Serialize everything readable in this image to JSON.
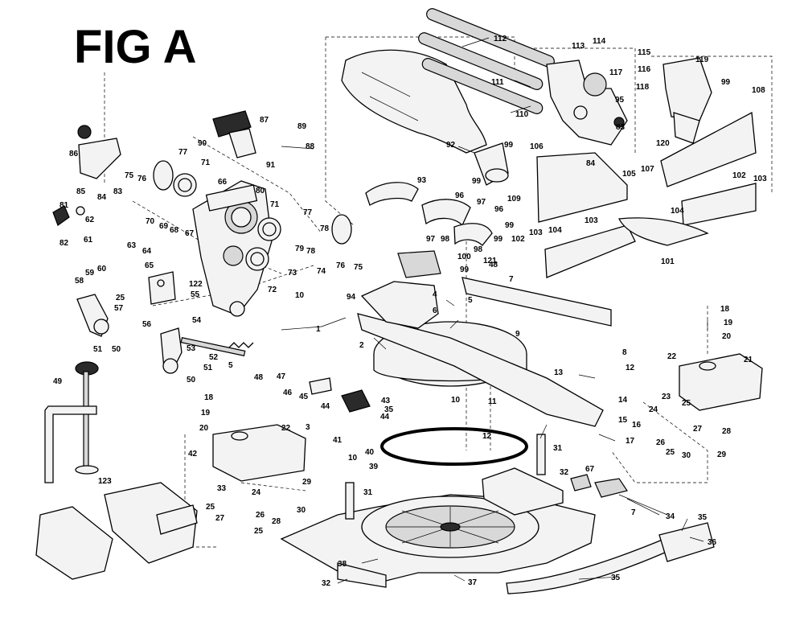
{
  "figure": {
    "title": "FIG A"
  },
  "callouts": [
    {
      "id": "c1",
      "text": "1"
    },
    {
      "id": "c2",
      "text": "2"
    },
    {
      "id": "c3",
      "text": "3"
    },
    {
      "id": "c4",
      "text": "4"
    },
    {
      "id": "c5a",
      "text": "5"
    },
    {
      "id": "c5b",
      "text": "5"
    },
    {
      "id": "c6",
      "text": "6"
    },
    {
      "id": "c7a",
      "text": "7"
    },
    {
      "id": "c7b",
      "text": "7"
    },
    {
      "id": "c8",
      "text": "8"
    },
    {
      "id": "c9",
      "text": "9"
    },
    {
      "id": "c10a",
      "text": "10"
    },
    {
      "id": "c10b",
      "text": "10"
    },
    {
      "id": "c10c",
      "text": "10"
    },
    {
      "id": "c11",
      "text": "11"
    },
    {
      "id": "c12a",
      "text": "12"
    },
    {
      "id": "c12b",
      "text": "12"
    },
    {
      "id": "c13",
      "text": "13"
    },
    {
      "id": "c14",
      "text": "14"
    },
    {
      "id": "c15",
      "text": "15"
    },
    {
      "id": "c16",
      "text": "16"
    },
    {
      "id": "c17",
      "text": "17"
    },
    {
      "id": "c18a",
      "text": "18"
    },
    {
      "id": "c18b",
      "text": "18"
    },
    {
      "id": "c19a",
      "text": "19"
    },
    {
      "id": "c19b",
      "text": "19"
    },
    {
      "id": "c20a",
      "text": "20"
    },
    {
      "id": "c20b",
      "text": "20"
    },
    {
      "id": "c21",
      "text": "21"
    },
    {
      "id": "c22a",
      "text": "22"
    },
    {
      "id": "c22b",
      "text": "22"
    },
    {
      "id": "c23",
      "text": "23"
    },
    {
      "id": "c24a",
      "text": "24"
    },
    {
      "id": "c24b",
      "text": "24"
    },
    {
      "id": "c25a",
      "text": "25"
    },
    {
      "id": "c25b",
      "text": "25"
    },
    {
      "id": "c25c",
      "text": "25"
    },
    {
      "id": "c25d",
      "text": "25"
    },
    {
      "id": "c25e",
      "text": "25"
    },
    {
      "id": "c26a",
      "text": "26"
    },
    {
      "id": "c26b",
      "text": "26"
    },
    {
      "id": "c27a",
      "text": "27"
    },
    {
      "id": "c27b",
      "text": "27"
    },
    {
      "id": "c28a",
      "text": "28"
    },
    {
      "id": "c28b",
      "text": "28"
    },
    {
      "id": "c29a",
      "text": "29"
    },
    {
      "id": "c29b",
      "text": "29"
    },
    {
      "id": "c30a",
      "text": "30"
    },
    {
      "id": "c30b",
      "text": "30"
    },
    {
      "id": "c31a",
      "text": "31"
    },
    {
      "id": "c31b",
      "text": "31"
    },
    {
      "id": "c32a",
      "text": "32"
    },
    {
      "id": "c32b",
      "text": "32"
    },
    {
      "id": "c33",
      "text": "33"
    },
    {
      "id": "c34",
      "text": "34"
    },
    {
      "id": "c35a",
      "text": "35"
    },
    {
      "id": "c35b",
      "text": "35"
    },
    {
      "id": "c35c",
      "text": "35"
    },
    {
      "id": "c36",
      "text": "36"
    },
    {
      "id": "c37",
      "text": "37"
    },
    {
      "id": "c38",
      "text": "38"
    },
    {
      "id": "c39",
      "text": "39"
    },
    {
      "id": "c40",
      "text": "40"
    },
    {
      "id": "c41",
      "text": "41"
    },
    {
      "id": "c42",
      "text": "42"
    },
    {
      "id": "c43",
      "text": "43"
    },
    {
      "id": "c44a",
      "text": "44"
    },
    {
      "id": "c44b",
      "text": "44"
    },
    {
      "id": "c45",
      "text": "45"
    },
    {
      "id": "c46",
      "text": "46"
    },
    {
      "id": "c47",
      "text": "47"
    },
    {
      "id": "c48a",
      "text": "48"
    },
    {
      "id": "c48b",
      "text": "48"
    },
    {
      "id": "c49",
      "text": "49"
    },
    {
      "id": "c50a",
      "text": "50"
    },
    {
      "id": "c50b",
      "text": "50"
    },
    {
      "id": "c51a",
      "text": "51"
    },
    {
      "id": "c51b",
      "text": "51"
    },
    {
      "id": "c52",
      "text": "52"
    },
    {
      "id": "c53",
      "text": "53"
    },
    {
      "id": "c54",
      "text": "54"
    },
    {
      "id": "c55",
      "text": "55"
    },
    {
      "id": "c56",
      "text": "56"
    },
    {
      "id": "c57",
      "text": "57"
    },
    {
      "id": "c58",
      "text": "58"
    },
    {
      "id": "c59",
      "text": "59"
    },
    {
      "id": "c60",
      "text": "60"
    },
    {
      "id": "c61",
      "text": "61"
    },
    {
      "id": "c62",
      "text": "62"
    },
    {
      "id": "c63",
      "text": "63"
    },
    {
      "id": "c64",
      "text": "64"
    },
    {
      "id": "c65",
      "text": "65"
    },
    {
      "id": "c66",
      "text": "66"
    },
    {
      "id": "c67a",
      "text": "67"
    },
    {
      "id": "c67b",
      "text": "67"
    },
    {
      "id": "c68",
      "text": "68"
    },
    {
      "id": "c69",
      "text": "69"
    },
    {
      "id": "c70",
      "text": "70"
    },
    {
      "id": "c71a",
      "text": "71"
    },
    {
      "id": "c71b",
      "text": "71"
    },
    {
      "id": "c72",
      "text": "72"
    },
    {
      "id": "c73",
      "text": "73"
    },
    {
      "id": "c74",
      "text": "74"
    },
    {
      "id": "c75a",
      "text": "75"
    },
    {
      "id": "c75b",
      "text": "75"
    },
    {
      "id": "c76a",
      "text": "76"
    },
    {
      "id": "c76b",
      "text": "76"
    },
    {
      "id": "c77a",
      "text": "77"
    },
    {
      "id": "c77b",
      "text": "77"
    },
    {
      "id": "c78a",
      "text": "78"
    },
    {
      "id": "c78b",
      "text": "78"
    },
    {
      "id": "c79",
      "text": "79"
    },
    {
      "id": "c80",
      "text": "80"
    },
    {
      "id": "c81",
      "text": "81"
    },
    {
      "id": "c82",
      "text": "82"
    },
    {
      "id": "c83a",
      "text": "83"
    },
    {
      "id": "c83b",
      "text": "83"
    },
    {
      "id": "c84a",
      "text": "84"
    },
    {
      "id": "c84b",
      "text": "84"
    },
    {
      "id": "c85",
      "text": "85"
    },
    {
      "id": "c86",
      "text": "86"
    },
    {
      "id": "c87",
      "text": "87"
    },
    {
      "id": "c88",
      "text": "88"
    },
    {
      "id": "c89",
      "text": "89"
    },
    {
      "id": "c90",
      "text": "90"
    },
    {
      "id": "c91",
      "text": "91"
    },
    {
      "id": "c92",
      "text": "92"
    },
    {
      "id": "c93",
      "text": "93"
    },
    {
      "id": "c94",
      "text": "94"
    },
    {
      "id": "c95",
      "text": "95"
    },
    {
      "id": "c96a",
      "text": "96"
    },
    {
      "id": "c96b",
      "text": "96"
    },
    {
      "id": "c97a",
      "text": "97"
    },
    {
      "id": "c97b",
      "text": "97"
    },
    {
      "id": "c98a",
      "text": "98"
    },
    {
      "id": "c98b",
      "text": "98"
    },
    {
      "id": "c99a",
      "text": "99"
    },
    {
      "id": "c99b",
      "text": "99"
    },
    {
      "id": "c99c",
      "text": "99"
    },
    {
      "id": "c99d",
      "text": "99"
    },
    {
      "id": "c99e",
      "text": "99"
    },
    {
      "id": "c99f",
      "text": "99"
    },
    {
      "id": "c100",
      "text": "100"
    },
    {
      "id": "c101",
      "text": "101"
    },
    {
      "id": "c102a",
      "text": "102"
    },
    {
      "id": "c102b",
      "text": "102"
    },
    {
      "id": "c103a",
      "text": "103"
    },
    {
      "id": "c103b",
      "text": "103"
    },
    {
      "id": "c103c",
      "text": "103"
    },
    {
      "id": "c104a",
      "text": "104"
    },
    {
      "id": "c104b",
      "text": "104"
    },
    {
      "id": "c105",
      "text": "105"
    },
    {
      "id": "c106",
      "text": "106"
    },
    {
      "id": "c107",
      "text": "107"
    },
    {
      "id": "c108",
      "text": "108"
    },
    {
      "id": "c109",
      "text": "109"
    },
    {
      "id": "c110",
      "text": "110"
    },
    {
      "id": "c111",
      "text": "111"
    },
    {
      "id": "c112",
      "text": "112"
    },
    {
      "id": "c113",
      "text": "113"
    },
    {
      "id": "c114",
      "text": "114"
    },
    {
      "id": "c115",
      "text": "115"
    },
    {
      "id": "c116",
      "text": "116"
    },
    {
      "id": "c117",
      "text": "117"
    },
    {
      "id": "c118",
      "text": "118"
    },
    {
      "id": "c119",
      "text": "119"
    },
    {
      "id": "c120",
      "text": "120"
    },
    {
      "id": "c121",
      "text": "121"
    },
    {
      "id": "c122",
      "text": "122"
    },
    {
      "id": "c123",
      "text": "123"
    }
  ]
}
